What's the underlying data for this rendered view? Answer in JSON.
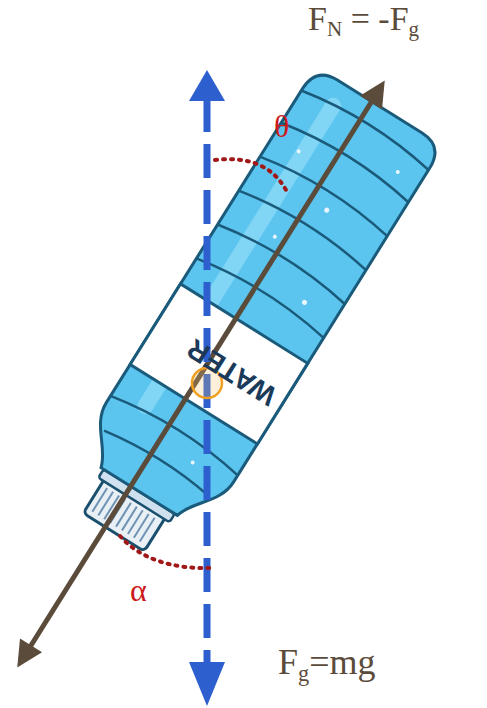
{
  "diagram": {
    "labels": [
      "FN = -Fg",
      "θ",
      "α",
      "Fg=mg",
      "WATER"
    ]
  }
}
